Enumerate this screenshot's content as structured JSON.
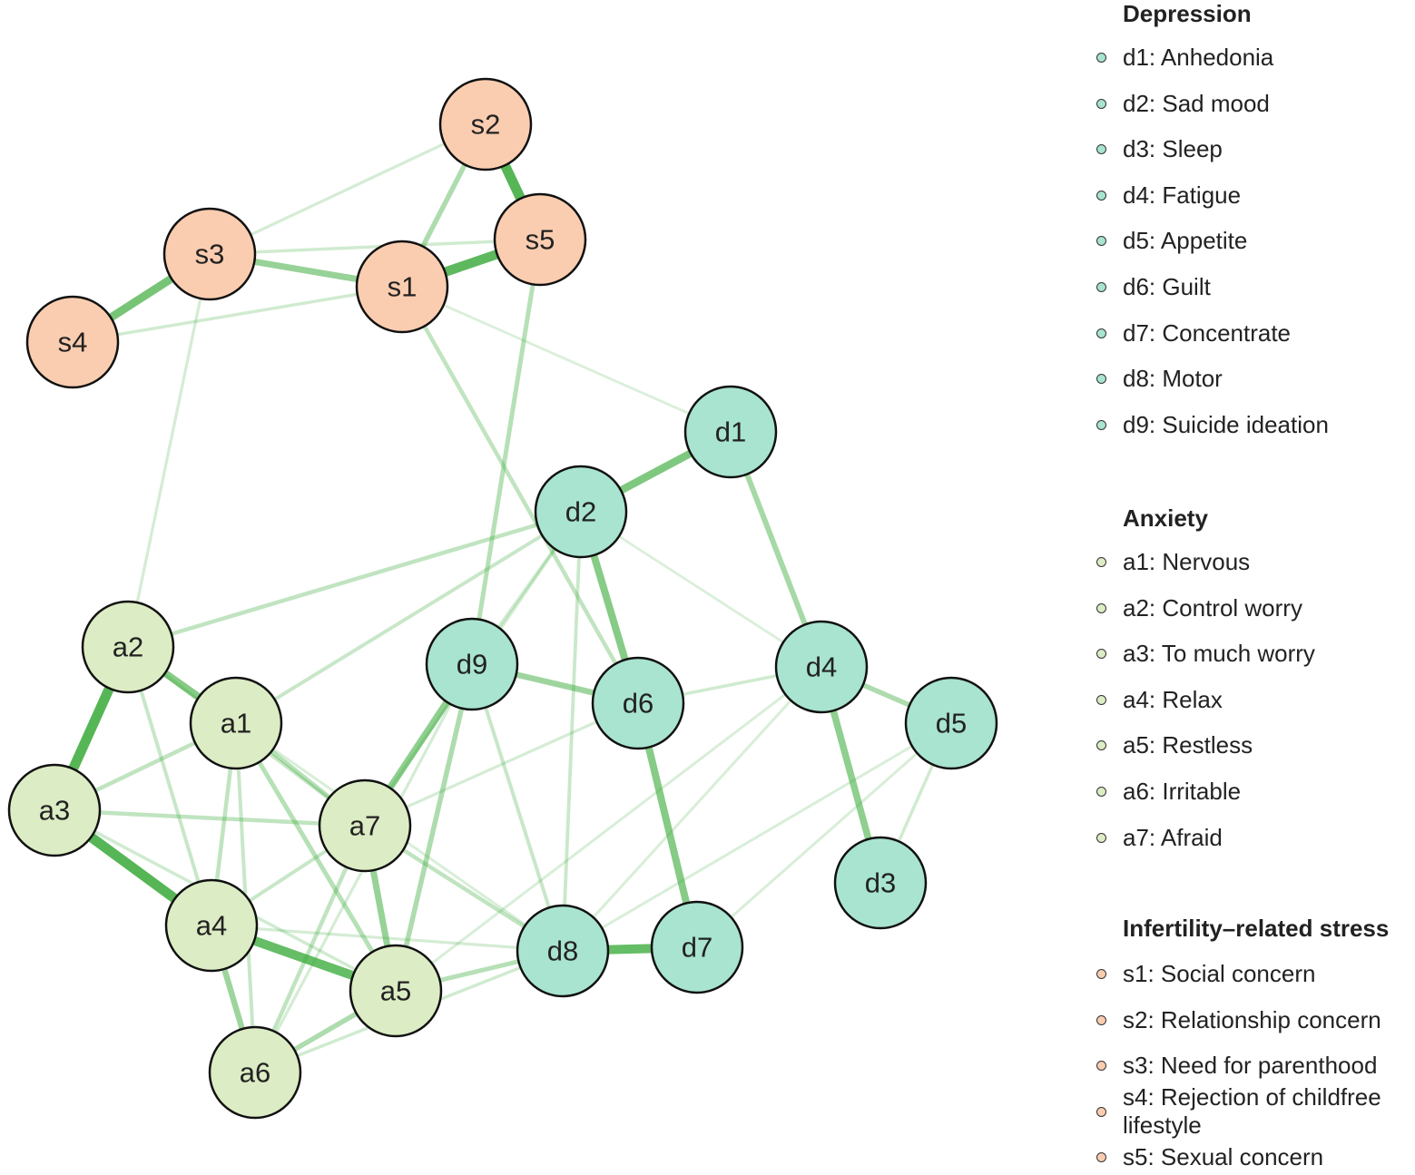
{
  "colors": {
    "depression": "#a8e4d0",
    "anxiety": "#dcecc4",
    "stress": "#fbcdb0",
    "edge": "#3aaa3a",
    "node_stroke": "#111111"
  },
  "nodes": [
    {
      "id": "s1",
      "group": "stress"
    },
    {
      "id": "s2",
      "group": "stress"
    },
    {
      "id": "s3",
      "group": "stress"
    },
    {
      "id": "s4",
      "group": "stress"
    },
    {
      "id": "s5",
      "group": "stress"
    },
    {
      "id": "d1",
      "group": "depression"
    },
    {
      "id": "d2",
      "group": "depression"
    },
    {
      "id": "d3",
      "group": "depression"
    },
    {
      "id": "d4",
      "group": "depression"
    },
    {
      "id": "d5",
      "group": "depression"
    },
    {
      "id": "d6",
      "group": "depression"
    },
    {
      "id": "d7",
      "group": "depression"
    },
    {
      "id": "d8",
      "group": "depression"
    },
    {
      "id": "d9",
      "group": "depression"
    },
    {
      "id": "a1",
      "group": "anxiety"
    },
    {
      "id": "a2",
      "group": "anxiety"
    },
    {
      "id": "a3",
      "group": "anxiety"
    },
    {
      "id": "a4",
      "group": "anxiety"
    },
    {
      "id": "a5",
      "group": "anxiety"
    },
    {
      "id": "a6",
      "group": "anxiety"
    },
    {
      "id": "a7",
      "group": "anxiety"
    }
  ],
  "edges": [
    {
      "source": "s2",
      "target": "s5",
      "weight": 0.9
    },
    {
      "source": "s1",
      "target": "s5",
      "weight": 0.85
    },
    {
      "source": "s3",
      "target": "s4",
      "weight": 0.7
    },
    {
      "source": "s1",
      "target": "s3",
      "weight": 0.5
    },
    {
      "source": "s1",
      "target": "s2",
      "weight": 0.35
    },
    {
      "source": "s2",
      "target": "s3",
      "weight": 0.12
    },
    {
      "source": "s3",
      "target": "s5",
      "weight": 0.15
    },
    {
      "source": "s1",
      "target": "s4",
      "weight": 0.15
    },
    {
      "source": "s3",
      "target": "a2",
      "weight": 0.12
    },
    {
      "source": "s5",
      "target": "d9",
      "weight": 0.3
    },
    {
      "source": "s1",
      "target": "d6",
      "weight": 0.25
    },
    {
      "source": "s1",
      "target": "d1",
      "weight": 0.08
    },
    {
      "source": "d1",
      "target": "d2",
      "weight": 0.65
    },
    {
      "source": "d1",
      "target": "d4",
      "weight": 0.4
    },
    {
      "source": "d2",
      "target": "d6",
      "weight": 0.6
    },
    {
      "source": "d6",
      "target": "d7",
      "weight": 0.6
    },
    {
      "source": "d7",
      "target": "d8",
      "weight": 0.8
    },
    {
      "source": "d4",
      "target": "d3",
      "weight": 0.55
    },
    {
      "source": "d4",
      "target": "d5",
      "weight": 0.35
    },
    {
      "source": "d9",
      "target": "d6",
      "weight": 0.45
    },
    {
      "source": "d5",
      "target": "d3",
      "weight": 0.15
    },
    {
      "source": "d2",
      "target": "a2",
      "weight": 0.25
    },
    {
      "source": "d2",
      "target": "a1",
      "weight": 0.2
    },
    {
      "source": "d2",
      "target": "d8",
      "weight": 0.18
    },
    {
      "source": "d2",
      "target": "d9",
      "weight": 0.15
    },
    {
      "source": "d2",
      "target": "a7",
      "weight": 0.15
    },
    {
      "source": "d2",
      "target": "d4",
      "weight": 0.08
    },
    {
      "source": "d9",
      "target": "a7",
      "weight": 0.55
    },
    {
      "source": "d9",
      "target": "a5",
      "weight": 0.35
    },
    {
      "source": "d9",
      "target": "d8",
      "weight": 0.2
    },
    {
      "source": "d9",
      "target": "a6",
      "weight": 0.12
    },
    {
      "source": "d4",
      "target": "d6",
      "weight": 0.15
    },
    {
      "source": "d4",
      "target": "d8",
      "weight": 0.1
    },
    {
      "source": "d4",
      "target": "a5",
      "weight": 0.1
    },
    {
      "source": "d5",
      "target": "d8",
      "weight": 0.1
    },
    {
      "source": "d5",
      "target": "d7",
      "weight": 0.1
    },
    {
      "source": "d6",
      "target": "a7",
      "weight": 0.12
    },
    {
      "source": "d8",
      "target": "a5",
      "weight": 0.3
    },
    {
      "source": "d8",
      "target": "a7",
      "weight": 0.25
    },
    {
      "source": "d8",
      "target": "a4",
      "weight": 0.12
    },
    {
      "source": "d8",
      "target": "a6",
      "weight": 0.15
    },
    {
      "source": "d8",
      "target": "a1",
      "weight": 0.1
    },
    {
      "source": "a2",
      "target": "a3",
      "weight": 0.9
    },
    {
      "source": "a3",
      "target": "a4",
      "weight": 0.9
    },
    {
      "source": "a4",
      "target": "a5",
      "weight": 0.8
    },
    {
      "source": "a2",
      "target": "a1",
      "weight": 0.6
    },
    {
      "source": "a4",
      "target": "a6",
      "weight": 0.45
    },
    {
      "source": "a7",
      "target": "a5",
      "weight": 0.5
    },
    {
      "source": "a1",
      "target": "a3",
      "weight": 0.25
    },
    {
      "source": "a1",
      "target": "a4",
      "weight": 0.25
    },
    {
      "source": "a1",
      "target": "a5",
      "weight": 0.3
    },
    {
      "source": "a1",
      "target": "a7",
      "weight": 0.3
    },
    {
      "source": "a1",
      "target": "a6",
      "weight": 0.2
    },
    {
      "source": "a2",
      "target": "a4",
      "weight": 0.2
    },
    {
      "source": "a2",
      "target": "a7",
      "weight": 0.2
    },
    {
      "source": "a3",
      "target": "a7",
      "weight": 0.25
    },
    {
      "source": "a3",
      "target": "a5",
      "weight": 0.15
    },
    {
      "source": "a5",
      "target": "a6",
      "weight": 0.35
    },
    {
      "source": "a7",
      "target": "a6",
      "weight": 0.25
    },
    {
      "source": "a7",
      "target": "a4",
      "weight": 0.2
    }
  ],
  "legend": [
    {
      "title": "Depression",
      "group": "depression",
      "items": [
        "d1: Anhedonia",
        "d2: Sad mood",
        "d3: Sleep",
        "d4: Fatigue",
        "d5: Appetite",
        "d6: Guilt",
        "d7: Concentrate",
        "d8: Motor",
        "d9: Suicide ideation"
      ]
    },
    {
      "title": "Anxiety",
      "group": "anxiety",
      "items": [
        "a1: Nervous",
        "a2: Control worry",
        "a3: To much worry",
        "a4: Relax",
        "a5: Restless",
        "a6: Irritable",
        "a7: Afraid"
      ]
    },
    {
      "title": "Infertility–related stress",
      "group": "stress",
      "items": [
        "s1: Social concern",
        "s2: Relationship concern",
        "s3: Need for parenthood",
        "s4: Rejection of childfree lifestyle",
        "s5: Sexual concern"
      ]
    }
  ]
}
